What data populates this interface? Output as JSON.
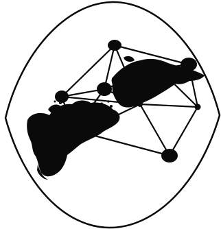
{
  "image": {
    "subject": "network-graph-over-landmass-silhouette",
    "node_count": 10,
    "edge_count": 20,
    "colors": {
      "background": "#ffffff",
      "ink": "#0a0a0a"
    }
  }
}
